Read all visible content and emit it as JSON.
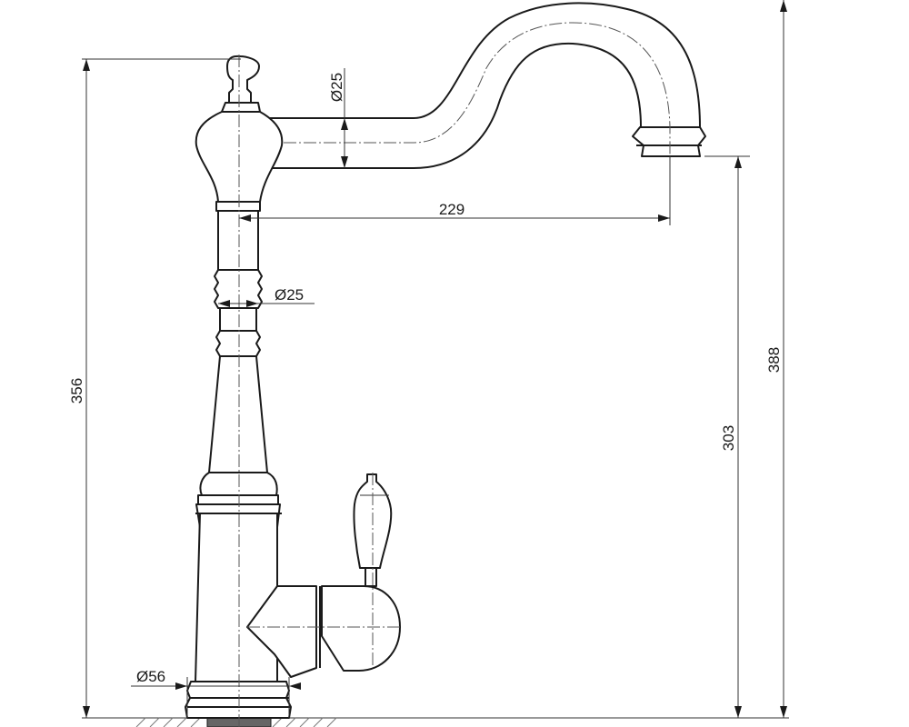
{
  "dimensions": {
    "spout_diameter": "Ø25",
    "spout_reach": "229",
    "body_diameter": "Ø25",
    "total_height": "356",
    "outlet_height": "303",
    "overall_height": "388",
    "base_diameter": "Ø56"
  },
  "colors": {
    "line": "#1a1a1a",
    "background": "#ffffff"
  }
}
